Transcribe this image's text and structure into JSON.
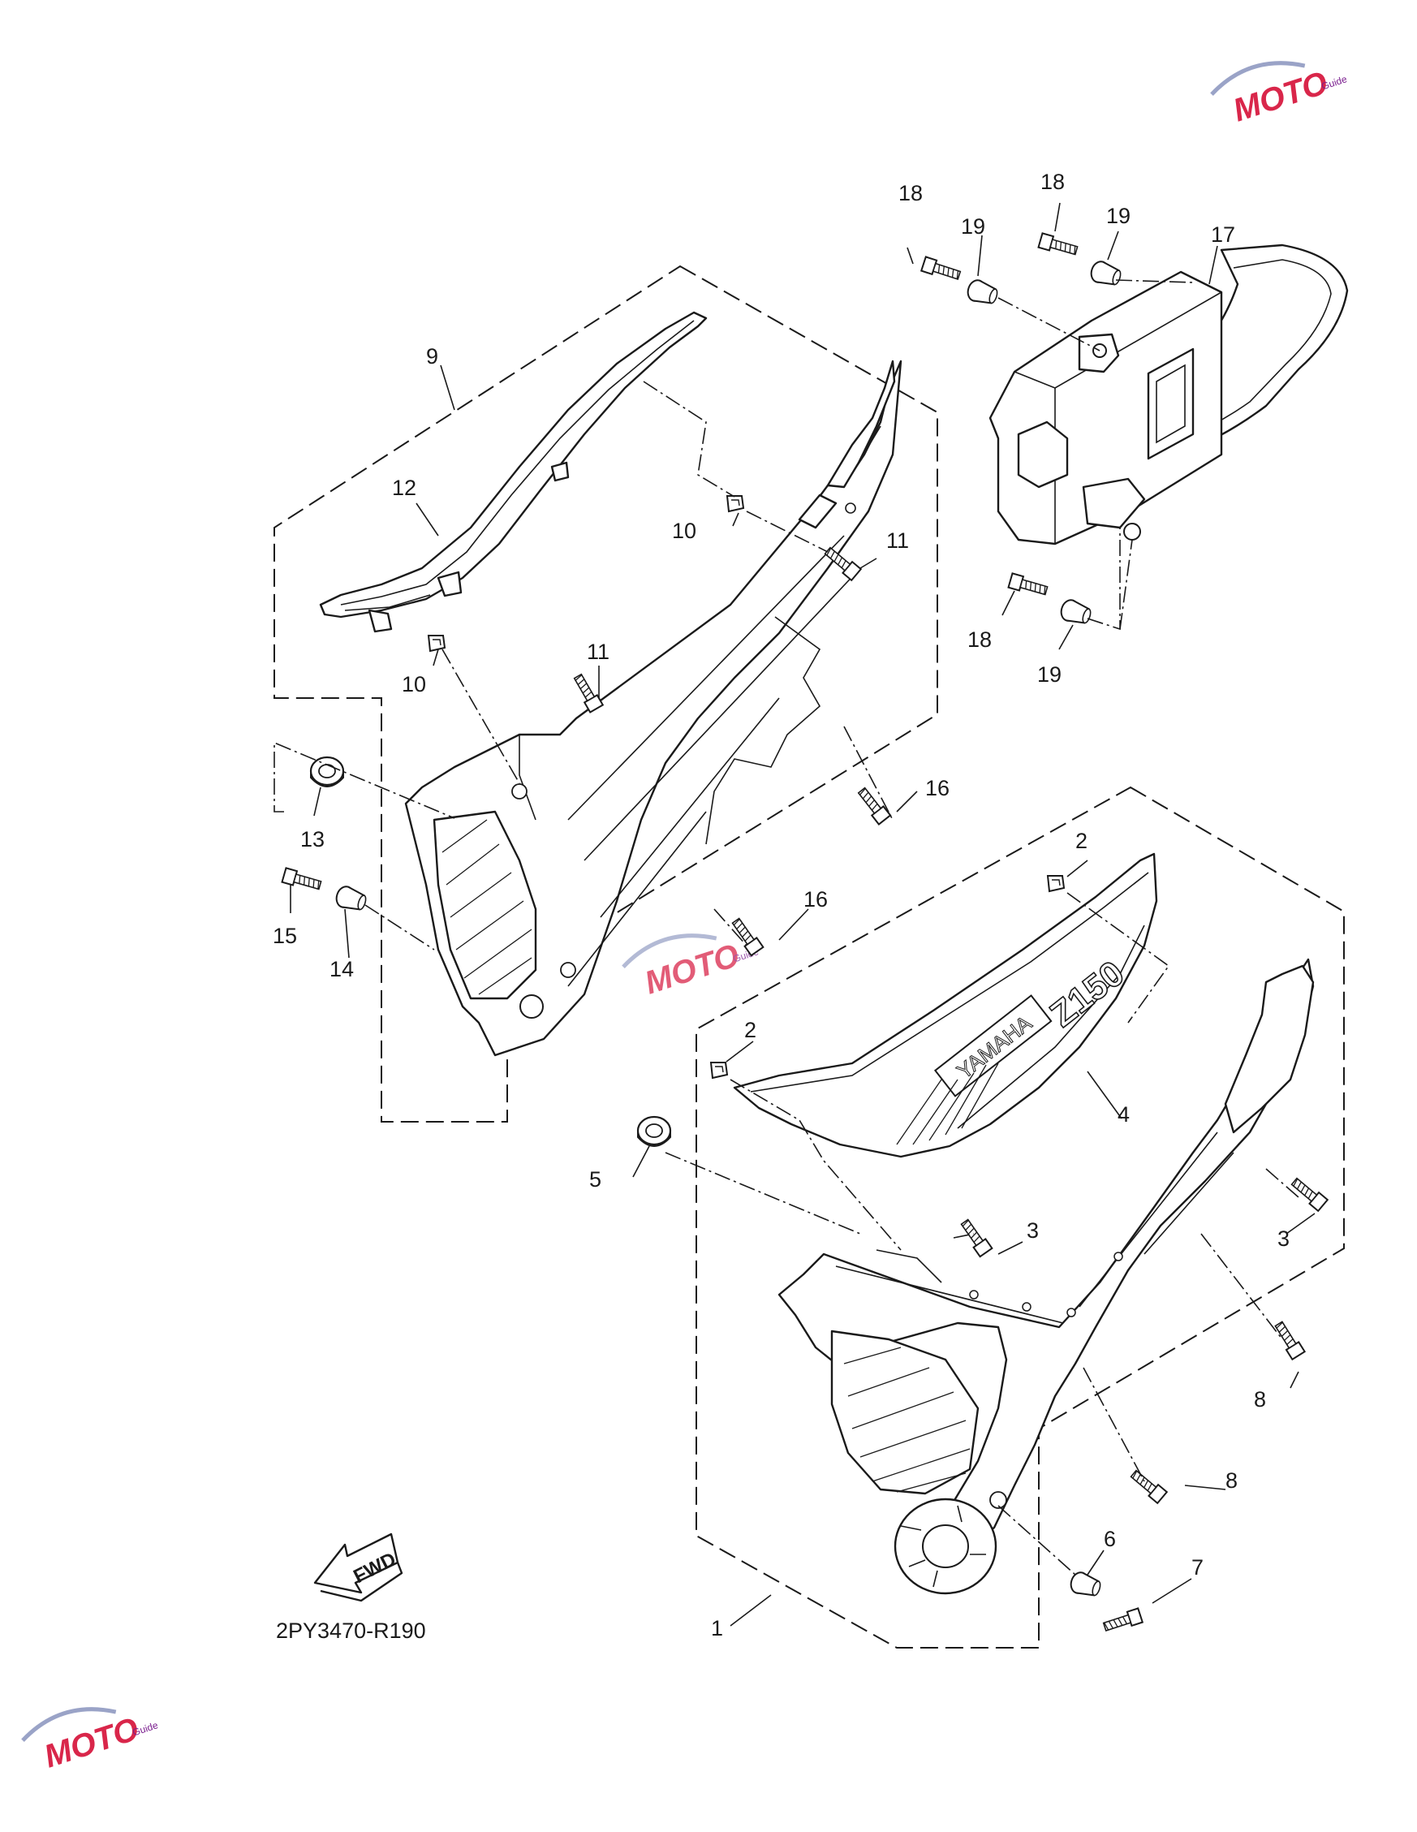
{
  "diagram_code": "2PY3470-R190",
  "fwd_label": "FWD",
  "emblem": {
    "brand": "YAMAHA",
    "model": "Z150"
  },
  "watermark": {
    "text": "MOTO",
    "subtext": "Guide",
    "colors": [
      "#d9264a",
      "#7b1f8f",
      "#9aa3c7"
    ]
  },
  "callouts": [
    {
      "id": "c1",
      "label": "1"
    },
    {
      "id": "c2a",
      "label": "2"
    },
    {
      "id": "c2b",
      "label": "2"
    },
    {
      "id": "c3a",
      "label": "3"
    },
    {
      "id": "c3b",
      "label": "3"
    },
    {
      "id": "c4",
      "label": "4"
    },
    {
      "id": "c5",
      "label": "5"
    },
    {
      "id": "c6",
      "label": "6"
    },
    {
      "id": "c7",
      "label": "7"
    },
    {
      "id": "c8a",
      "label": "8"
    },
    {
      "id": "c8b",
      "label": "8"
    },
    {
      "id": "c9",
      "label": "9"
    },
    {
      "id": "c10a",
      "label": "10"
    },
    {
      "id": "c10b",
      "label": "10"
    },
    {
      "id": "c11a",
      "label": "11"
    },
    {
      "id": "c11b",
      "label": "11"
    },
    {
      "id": "c12",
      "label": "12"
    },
    {
      "id": "c13",
      "label": "13"
    },
    {
      "id": "c14",
      "label": "14"
    },
    {
      "id": "c15",
      "label": "15"
    },
    {
      "id": "c16a",
      "label": "16"
    },
    {
      "id": "c16b",
      "label": "16"
    },
    {
      "id": "c17",
      "label": "17"
    },
    {
      "id": "c18a",
      "label": "18"
    },
    {
      "id": "c18b",
      "label": "18"
    },
    {
      "id": "c18c",
      "label": "18"
    },
    {
      "id": "c19a",
      "label": "19"
    },
    {
      "id": "c19b",
      "label": "19"
    },
    {
      "id": "c19c",
      "label": "19"
    }
  ]
}
